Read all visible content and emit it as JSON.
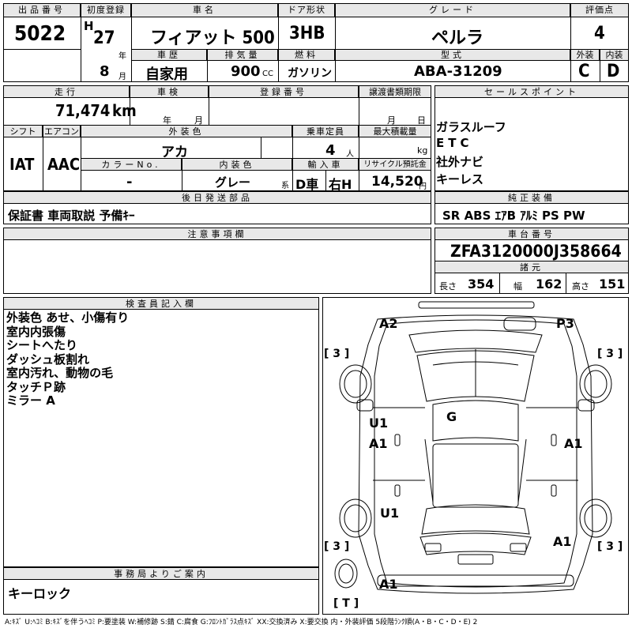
{
  "header": {
    "lot_no_label": "出品番号",
    "lot_no": "5022",
    "first_reg_label": "初度登録",
    "era": "H",
    "year": "27",
    "year_unit": "年",
    "month": "8",
    "month_unit": "月",
    "car_name_label": "車名",
    "car_name": "フィアット 500",
    "door_label": "ドア形状",
    "door": "3HB",
    "grade_label": "グレード",
    "grade": "ペルラ",
    "score_label": "評価点",
    "score": "4",
    "history_label": "車歴",
    "history": "自家用",
    "displacement_label": "排気量",
    "displacement": "900",
    "displacement_unit": "CC",
    "fuel_label": "燃料",
    "fuel": "ガソリン",
    "model_code_label": "型式",
    "model_code": "ABA-31209",
    "exterior_label": "外装",
    "exterior_grade": "C",
    "interior_label": "内装",
    "interior_grade": "D"
  },
  "row2": {
    "mileage_label": "走行",
    "mileage": "71,474",
    "mileage_unit": "km",
    "inspection_label": "車検",
    "inspection_year_unit": "年",
    "inspection_month_unit": "月",
    "reg_no_label": "登録番号",
    "transfer_label": "譲渡書類期限",
    "transfer_month_unit": "月",
    "transfer_day_unit": "日",
    "shift_label": "シフト",
    "shift": "IAT",
    "ac_label": "エアコン",
    "ac": "AAC",
    "ext_color_label": "外装色",
    "ext_color": "アカ",
    "capacity_label": "乗車定員",
    "capacity": "4",
    "capacity_unit": "人",
    "load_label": "最大積載量",
    "load_unit": "kg",
    "color_no_label": "カラーNo.",
    "color_no": "-",
    "int_color_label": "内装色",
    "int_color": "グレー",
    "int_color_suffix": "系",
    "import_label": "輸入車",
    "import_type": "D車",
    "steering": "右H",
    "recycle_label": "リサイクル預託金",
    "recycle": "14,520",
    "recycle_unit": "円",
    "sales_point_label": "セールスポイント",
    "sales_points": [
      "ガラスルーフ",
      "ETC",
      "社外ナビ",
      "キーレス"
    ]
  },
  "later_parts": {
    "label": "後日発送部品",
    "value": "保証書 車両取説 予備ｷｰ"
  },
  "equipment": {
    "label": "純正装備",
    "value": "SR ABS ｴｱB ｱﾙﾐ PS PW"
  },
  "notes": {
    "label": "注意事項欄"
  },
  "chassis": {
    "label": "車台番号",
    "value": "ZFA3120000J358664",
    "spec_label": "諸元",
    "length_label": "長さ",
    "length": "354",
    "width_label": "幅",
    "width": "162",
    "height_label": "高さ",
    "height": "151"
  },
  "inspector": {
    "label": "検査員記入欄",
    "lines": [
      "外装色 あせ、小傷有り",
      "室内内張傷",
      "シートへたり",
      "ダッシュ板割れ",
      "室内汚れ、動物の毛",
      "タッチＰ跡",
      "ミラー A"
    ]
  },
  "office": {
    "label": "事務局よりご案内",
    "value": "キーロック"
  },
  "diagram_marks": {
    "a2": "A2",
    "p3": "P3",
    "g": "G",
    "u1_left": "U1",
    "a1_left": "A1",
    "a1_right": "A1",
    "u1_rear": "U1",
    "a1_rear_right": "A1",
    "a1_rear": "A1",
    "tire_fl": "[ 3 ]",
    "tire_fr": "[ 3 ]",
    "tire_rl": "[ 3 ]",
    "tire_rr": "[ 3 ]",
    "spare": "[ T ]"
  },
  "legend": "A:ｷｽﾞ U:ﾍｺﾐ B:ｷｽﾞを伴うﾍｺﾐ P:要塗装 W:補修跡 S:錆 C:腐食 G:ﾌﾛﾝﾄｶﾞﾗｽ点ｷｽﾞ XX:交換済み X:要交換 内・外装評価 5段階ﾗﾝｸ順(A・B・C・D・E) 2"
}
